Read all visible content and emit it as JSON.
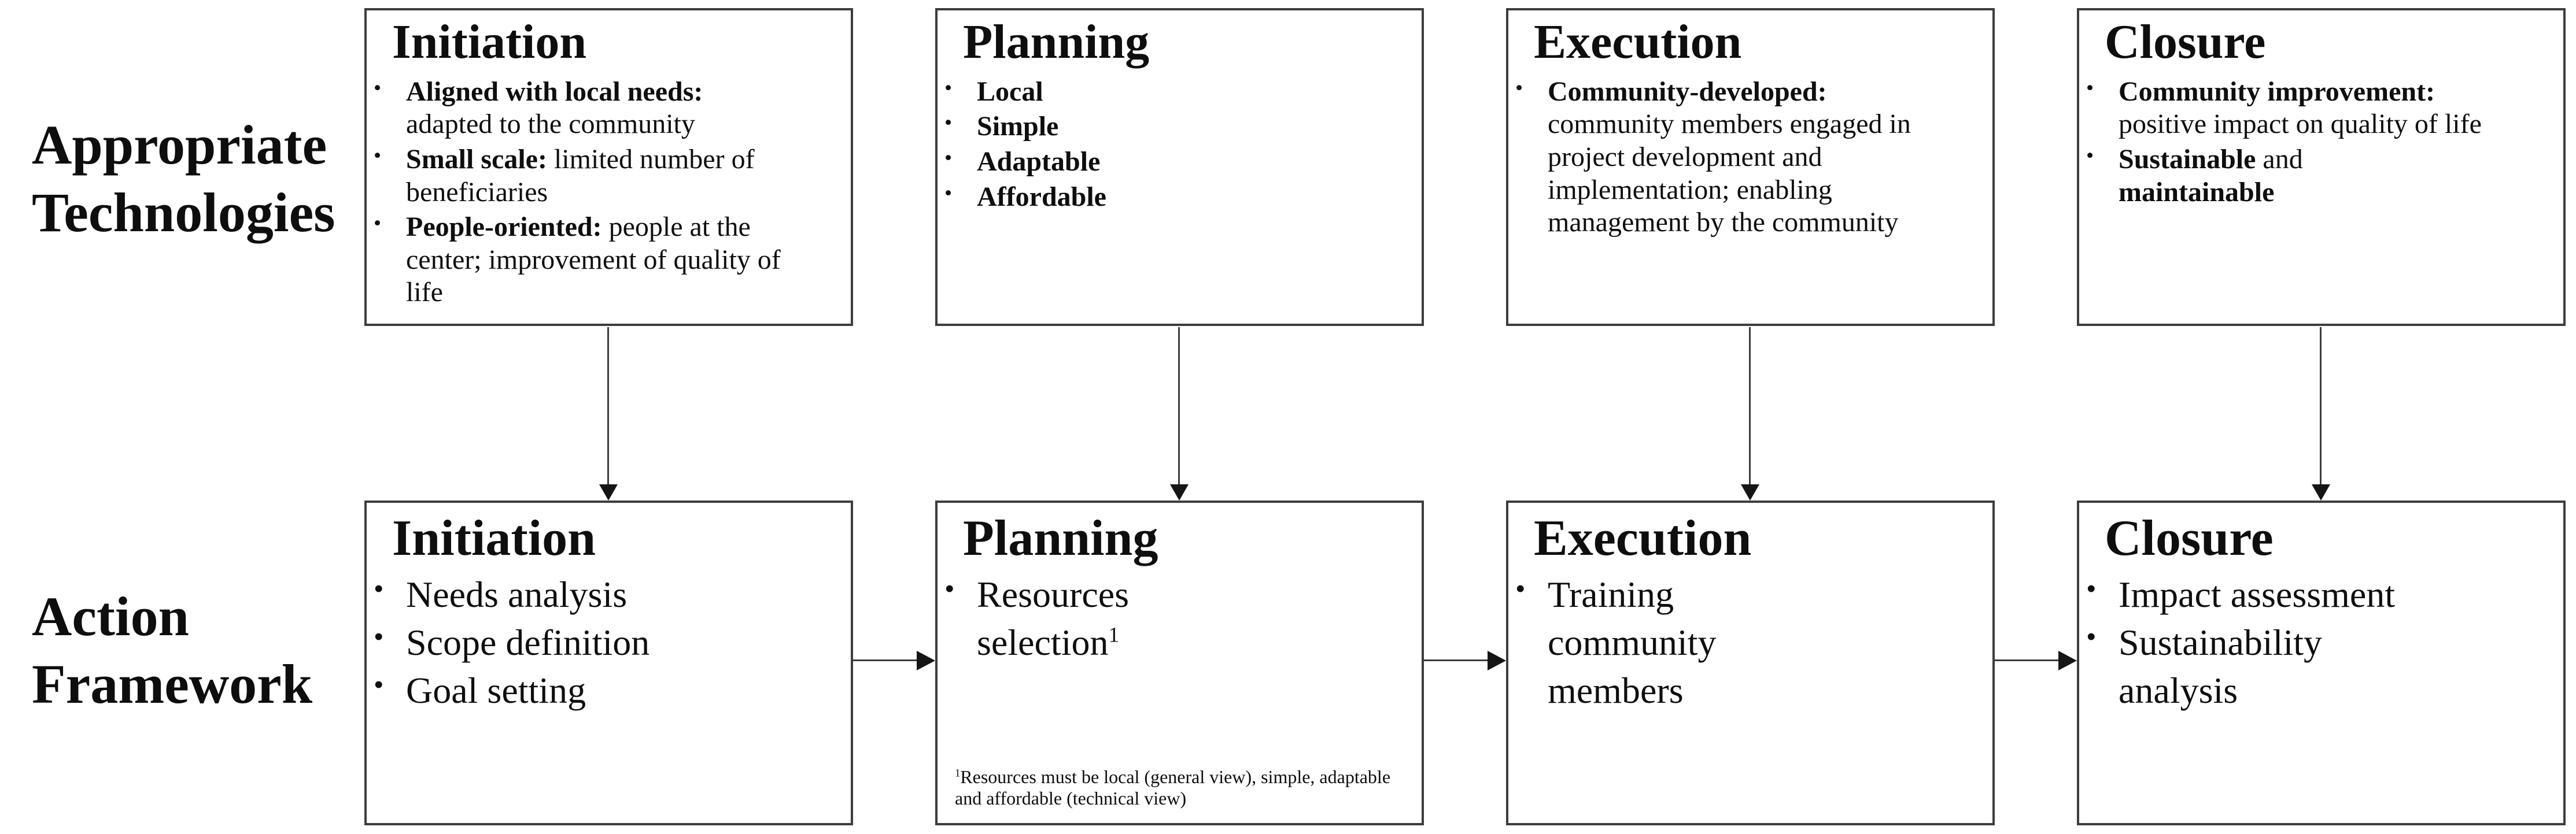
{
  "colors": {
    "background": "#ffffff",
    "box_border": "#3d3d3d",
    "text": "#0e0e0e",
    "arrow_line": "#3c3c3c",
    "arrow_head": "#151515"
  },
  "top_row": {
    "label_lines": [
      "Appropriate",
      "Technologies"
    ],
    "boxes": [
      {
        "title": "Initiation",
        "bullets": [
          {
            "b1": "Aligned with local needs:",
            "r1": " adapted to the community",
            "b2": ""
          },
          {
            "b1": "Small scale:",
            "r1": " limited number of beneficiaries",
            "b2": ""
          },
          {
            "b1": "People-oriented:",
            "r1": " people at the center; improvement of quality of life",
            "b2": ""
          }
        ]
      },
      {
        "title": "Planning",
        "bullets": [
          {
            "b1": "Local",
            "r1": "",
            "b2": ""
          },
          {
            "b1": "Simple",
            "r1": "",
            "b2": ""
          },
          {
            "b1": "Adaptable",
            "r1": "",
            "b2": ""
          },
          {
            "b1": "Affordable",
            "r1": "",
            "b2": ""
          }
        ]
      },
      {
        "title": "Execution",
        "bullets": [
          {
            "b1": "Community-developed:",
            "r1": " community members engaged in project development and implementation; enabling management by the community",
            "b2": ""
          }
        ]
      },
      {
        "title": "Closure",
        "bullets": [
          {
            "b1": "Community improvement:",
            "r1": " positive impact on quality of life",
            "b2": ""
          },
          {
            "b1": "Sustainable",
            "r1": " and ",
            "b2": "maintainable"
          }
        ]
      }
    ]
  },
  "bottom_row": {
    "label_lines": [
      "Action",
      "Framework"
    ],
    "boxes": [
      {
        "title": "Initiation",
        "items": [
          {
            "text": "Needs analysis",
            "sup": ""
          },
          {
            "text": "Scope definition",
            "sup": ""
          },
          {
            "text": "Goal setting",
            "sup": ""
          }
        ]
      },
      {
        "title": "Planning",
        "items": [
          {
            "text": "Resources selection",
            "sup": "1"
          }
        ],
        "footnote": {
          "sup": "1",
          "text": "Resources must be local (general view), simple, adaptable and affordable (technical view)"
        }
      },
      {
        "title": "Execution",
        "items": [
          {
            "text": "Training community members",
            "sup": ""
          }
        ]
      },
      {
        "title": "Closure",
        "items": [
          {
            "text": "Impact assessment",
            "sup": ""
          },
          {
            "text": "Sustainability analysis",
            "sup": ""
          }
        ]
      }
    ]
  },
  "connections": [
    {
      "from": "appropriate-technologies-initiation",
      "to": "action-framework-initiation",
      "direction": "down"
    },
    {
      "from": "appropriate-technologies-planning",
      "to": "action-framework-planning",
      "direction": "down"
    },
    {
      "from": "appropriate-technologies-execution",
      "to": "action-framework-execution",
      "direction": "down"
    },
    {
      "from": "appropriate-technologies-closure",
      "to": "action-framework-closure",
      "direction": "down"
    },
    {
      "from": "action-framework-initiation",
      "to": "action-framework-planning",
      "direction": "right"
    },
    {
      "from": "action-framework-planning",
      "to": "action-framework-execution",
      "direction": "right"
    },
    {
      "from": "action-framework-execution",
      "to": "action-framework-closure",
      "direction": "right"
    }
  ]
}
